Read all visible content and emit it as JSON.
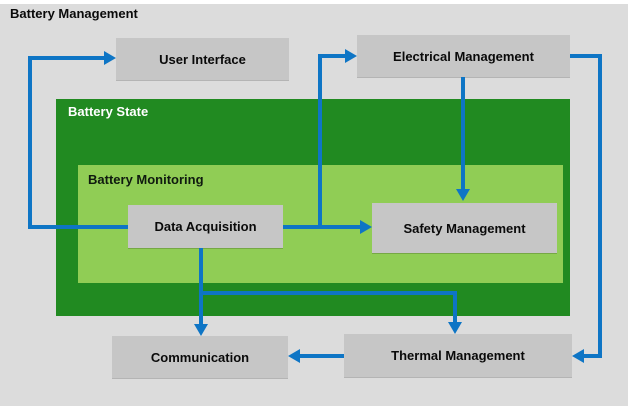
{
  "title": "Battery Management",
  "colors": {
    "background": "#dcdcdc",
    "battery_state_fill": "#218a21",
    "battery_monitoring_fill": "#90cd55",
    "node_fill": "#c6c6c6",
    "arrow": "#0e75c5",
    "title_text": "#0a0a0a",
    "battery_state_label_text": "#ffffff"
  },
  "containers": {
    "battery_state": {
      "label": "Battery State"
    },
    "battery_monitoring": {
      "label": "Battery Monitoring"
    }
  },
  "nodes": {
    "user_interface": {
      "label": "User Interface"
    },
    "electrical_management": {
      "label": "Electrical Management"
    },
    "data_acquisition": {
      "label": "Data Acquisition"
    },
    "safety_management": {
      "label": "Safety Management"
    },
    "communication": {
      "label": "Communication"
    },
    "thermal_management": {
      "label": "Thermal Management"
    }
  },
  "edges": [
    {
      "from": "data_acquisition",
      "to": "user_interface"
    },
    {
      "from": "data_acquisition",
      "to": "electrical_management"
    },
    {
      "from": "data_acquisition",
      "to": "safety_management"
    },
    {
      "from": "electrical_management",
      "to": "safety_management"
    },
    {
      "from": "electrical_management",
      "to": "thermal_management"
    },
    {
      "from": "data_acquisition",
      "to": "communication"
    },
    {
      "from": "data_acquisition",
      "to": "thermal_management"
    },
    {
      "from": "thermal_management",
      "to": "communication"
    }
  ]
}
